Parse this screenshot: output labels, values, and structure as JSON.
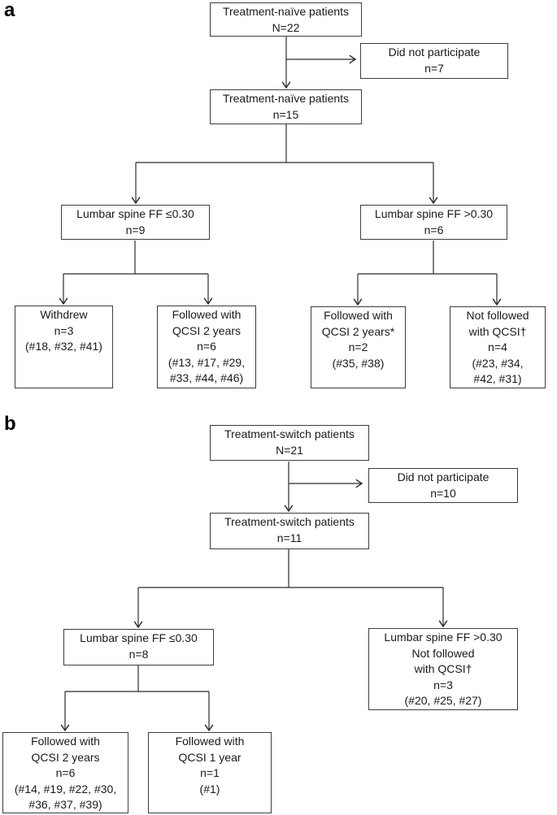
{
  "colors": {
    "line": "#2b2b2b",
    "box_border": "#3d3d3d",
    "text": "#1a1a1a",
    "background": "#ffffff"
  },
  "panel_a": {
    "label": "a",
    "naive_total": "Treatment-naïve patients\nN=22",
    "did_not_participate": "Did not participate\nn=7",
    "naive_participants": "Treatment-naïve patients\nn=15",
    "ff_low": "Lumbar spine FF ≤0.30\nn=9",
    "ff_high": "Lumbar spine FF >0.30\nn=6",
    "withdrew": "Withdrew\nn=3\n(#18, #32, #41)",
    "followed_qcsi_2y": "Followed with\nQCSI 2 years\nn=6\n(#13, #17, #29,\n#33, #44, #46)",
    "followed_qcsi_2y_star": "Followed with\nQCSI 2 years*\nn=2\n(#35, #38)",
    "not_followed_qcsi": "Not followed\nwith QCSI†\nn=4\n(#23, #34,\n#42, #31)"
  },
  "panel_b": {
    "label": "b",
    "switch_total": "Treatment-switch patients\nN=21",
    "did_not_participate": "Did not participate\nn=10",
    "switch_participants": "Treatment-switch patients\nn=11",
    "ff_low": "Lumbar spine FF ≤0.30\nn=8",
    "ff_high_not_followed": "Lumbar spine FF >0.30\nNot followed\nwith QCSI†\nn=3\n(#20, #25, #27)",
    "followed_qcsi_2y": "Followed with\nQCSI 2 years\nn=6\n(#14, #19, #22, #30,\n#36, #37, #39)",
    "followed_qcsi_1y": "Followed with\nQCSI 1 year\nn=1\n(#1)"
  }
}
